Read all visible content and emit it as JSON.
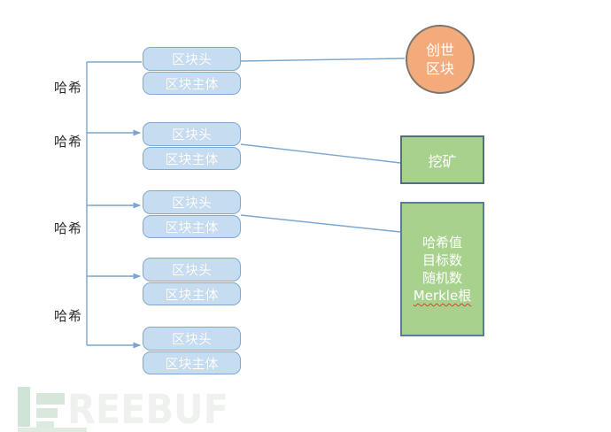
{
  "diagram": {
    "hash_labels": [
      "哈希",
      "哈希",
      "哈希",
      "哈希"
    ],
    "blocks": [
      {
        "header": "区块头",
        "body": "区块主体"
      },
      {
        "header": "区块头",
        "body": "区块主体"
      },
      {
        "header": "区块头",
        "body": "区块主体"
      },
      {
        "header": "区块头",
        "body": "区块主体"
      },
      {
        "header": "区块头",
        "body": "区块主体"
      }
    ],
    "genesis_circle": {
      "line1": "创世",
      "line2": "区块"
    },
    "mining_box_label": "挖矿",
    "block_header_fields": [
      "哈希值",
      "目标数",
      "随机数",
      "Merkle根"
    ],
    "colors": {
      "block_fill": "#c6dcf0",
      "block_border": "#7fa8d2",
      "connector_line": "#7ba6ce",
      "genesis_fill": "#f4ab7c",
      "genesis_border": "#7e766c",
      "green_fill": "#a9d18e",
      "mining_border": "#4e707f",
      "fields_border": "#5b7b9e",
      "box_text": "#ffffff",
      "hash_text": "#2a2a2a",
      "merkle_underline": "#e03c31"
    }
  },
  "watermark": {
    "brand_text": "REEBUF"
  }
}
